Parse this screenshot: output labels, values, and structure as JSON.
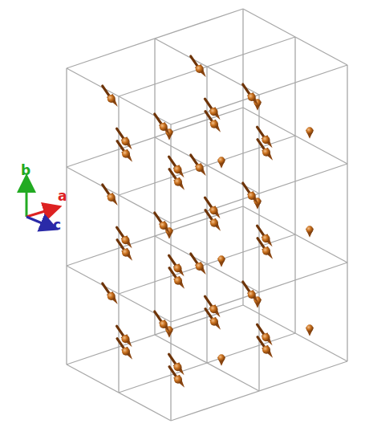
{
  "diagram": {
    "labels": [
      "b",
      "a",
      "c"
    ]
  }
}
